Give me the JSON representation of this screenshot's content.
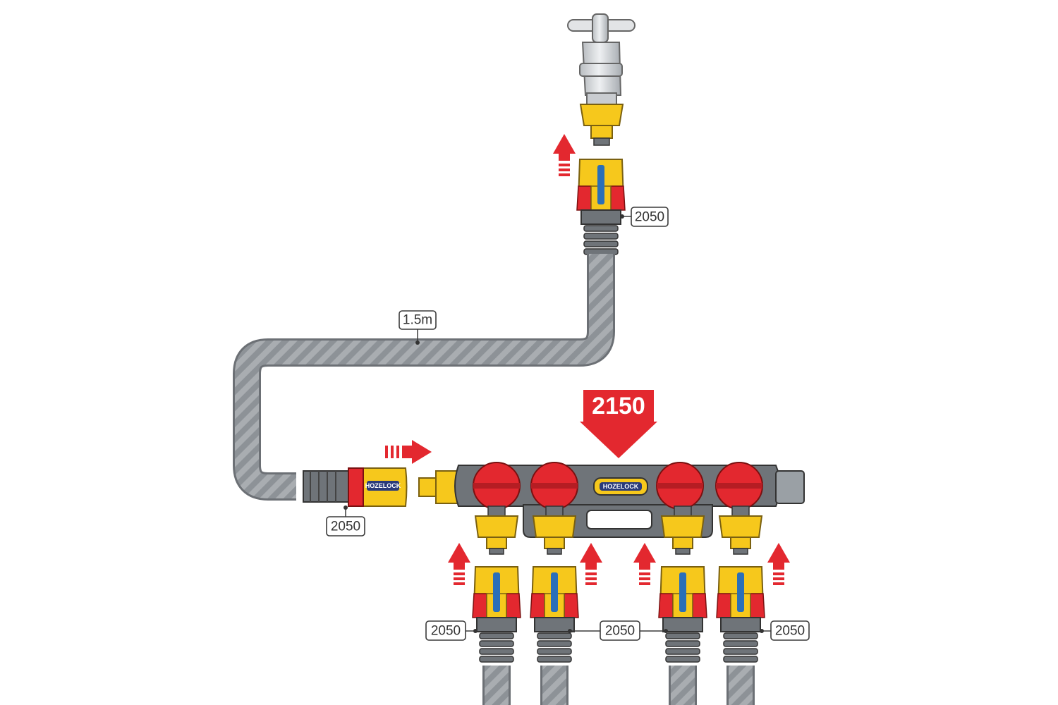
{
  "diagram": {
    "hose_length_label": "1.5m",
    "manifold_part_label": "2150",
    "connector_part_label": "2050",
    "brand_text": "HOZELOCK",
    "colors": {
      "yellow": "#f6c81c",
      "yellow_dark": "#d9a800",
      "red": "#e3282f",
      "grey": "#6f7479",
      "grey_light": "#9aa0a5",
      "hose": "#a4a8ac",
      "chrome": "#d6d9dc"
    }
  }
}
